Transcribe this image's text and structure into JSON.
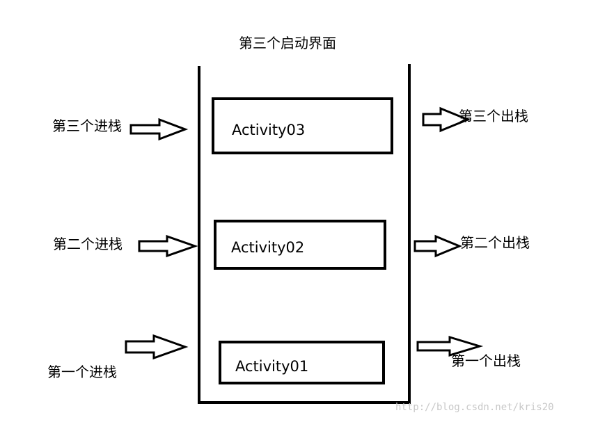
{
  "diagram": {
    "title": "第三个启动界面",
    "activities": [
      {
        "label": "Activity03"
      },
      {
        "label": "Activity02"
      },
      {
        "label": "Activity01"
      }
    ],
    "push_labels": [
      "第三个进栈",
      "第二个进栈",
      "第一个进栈"
    ],
    "pop_labels": [
      "第三个出栈",
      "第二个出栈",
      "第一个出栈"
    ],
    "watermark": "http://blog.csdn.net/kris20"
  },
  "colors": {
    "stroke": "#000000",
    "background": "#ffffff",
    "watermark": "#c8c8c8"
  }
}
